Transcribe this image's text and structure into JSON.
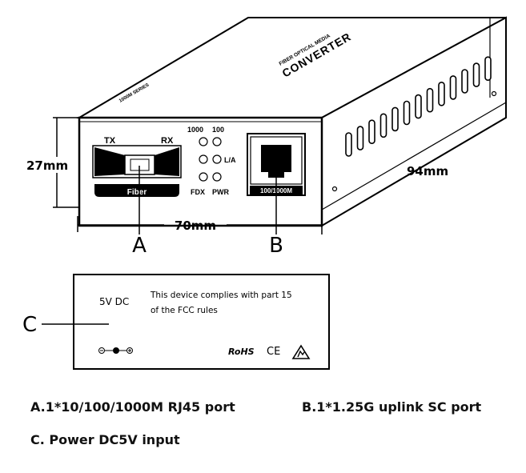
{
  "device": {
    "top_text_product": "CONVERTER",
    "top_text_small": "FIBER OPTICAL MEDIA",
    "top_text_left": "1000M SERIES"
  },
  "front_panel": {
    "tx_label": "TX",
    "rx_label": "RX",
    "fiber_label": "Fiber",
    "led_1000": "1000",
    "led_100": "100",
    "led_la": "L/A",
    "led_fdx": "FDX",
    "led_pwr": "PWR",
    "rj45_label": "100/1000M"
  },
  "dimensions": {
    "height": "27mm",
    "width": "70mm",
    "depth": "94mm"
  },
  "callouts": {
    "a": "A",
    "b": "B",
    "c": "C"
  },
  "rear_label": {
    "power_text": "5V DC",
    "fcc_line1": "This device complies with part 15",
    "fcc_line2": "of the FCC rules",
    "rohs": "RoHS",
    "ce": "CE"
  },
  "captions": {
    "a": "A.1*10/100/1000M RJ45 port",
    "b": "B.1*1.25G uplink SC port",
    "c": "C. Power DC5V input"
  }
}
